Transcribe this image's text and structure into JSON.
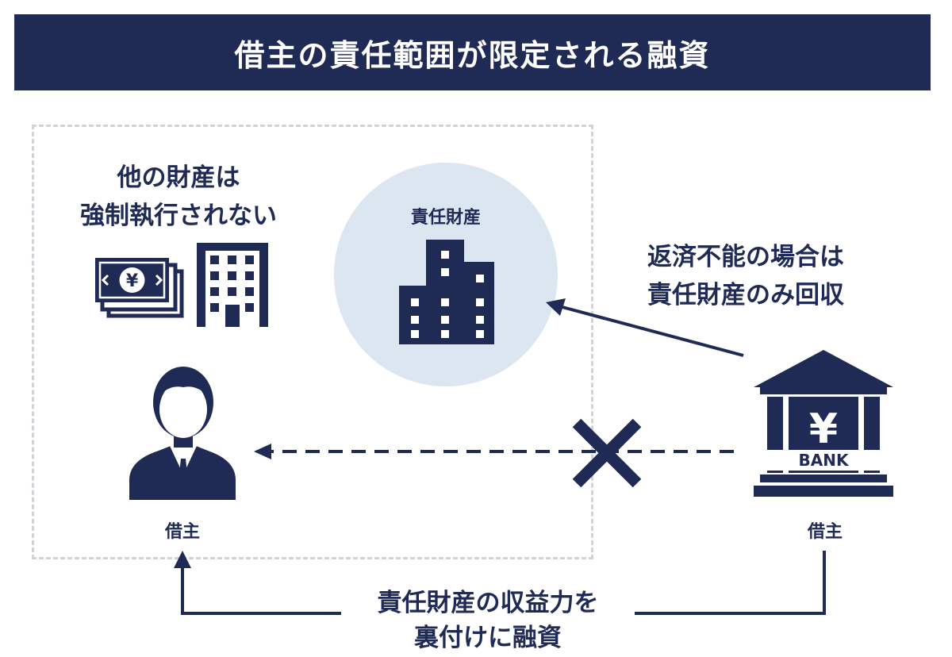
{
  "header": {
    "title": "借主の責任範囲が限定される融資"
  },
  "left_area": {
    "other_property_text": "他の財産は\n強制執行されない"
  },
  "circle": {
    "label": "責任財産"
  },
  "arrow_text": {
    "repayment_text": "返済不能の場合は\n責任財産のみ回収"
  },
  "borrower": {
    "label": "借主"
  },
  "lender": {
    "label": "借主",
    "bank_sign": "BANK",
    "yen_symbol": "¥"
  },
  "bottom": {
    "finance_text": "責任財産の収益力を\n裏付けに融資"
  },
  "money_icon": {
    "symbol": "¥"
  },
  "colors": {
    "navy": "#1f2a55",
    "light_blue": "#dce6f1",
    "dashed_gray": "#d0d3da"
  }
}
